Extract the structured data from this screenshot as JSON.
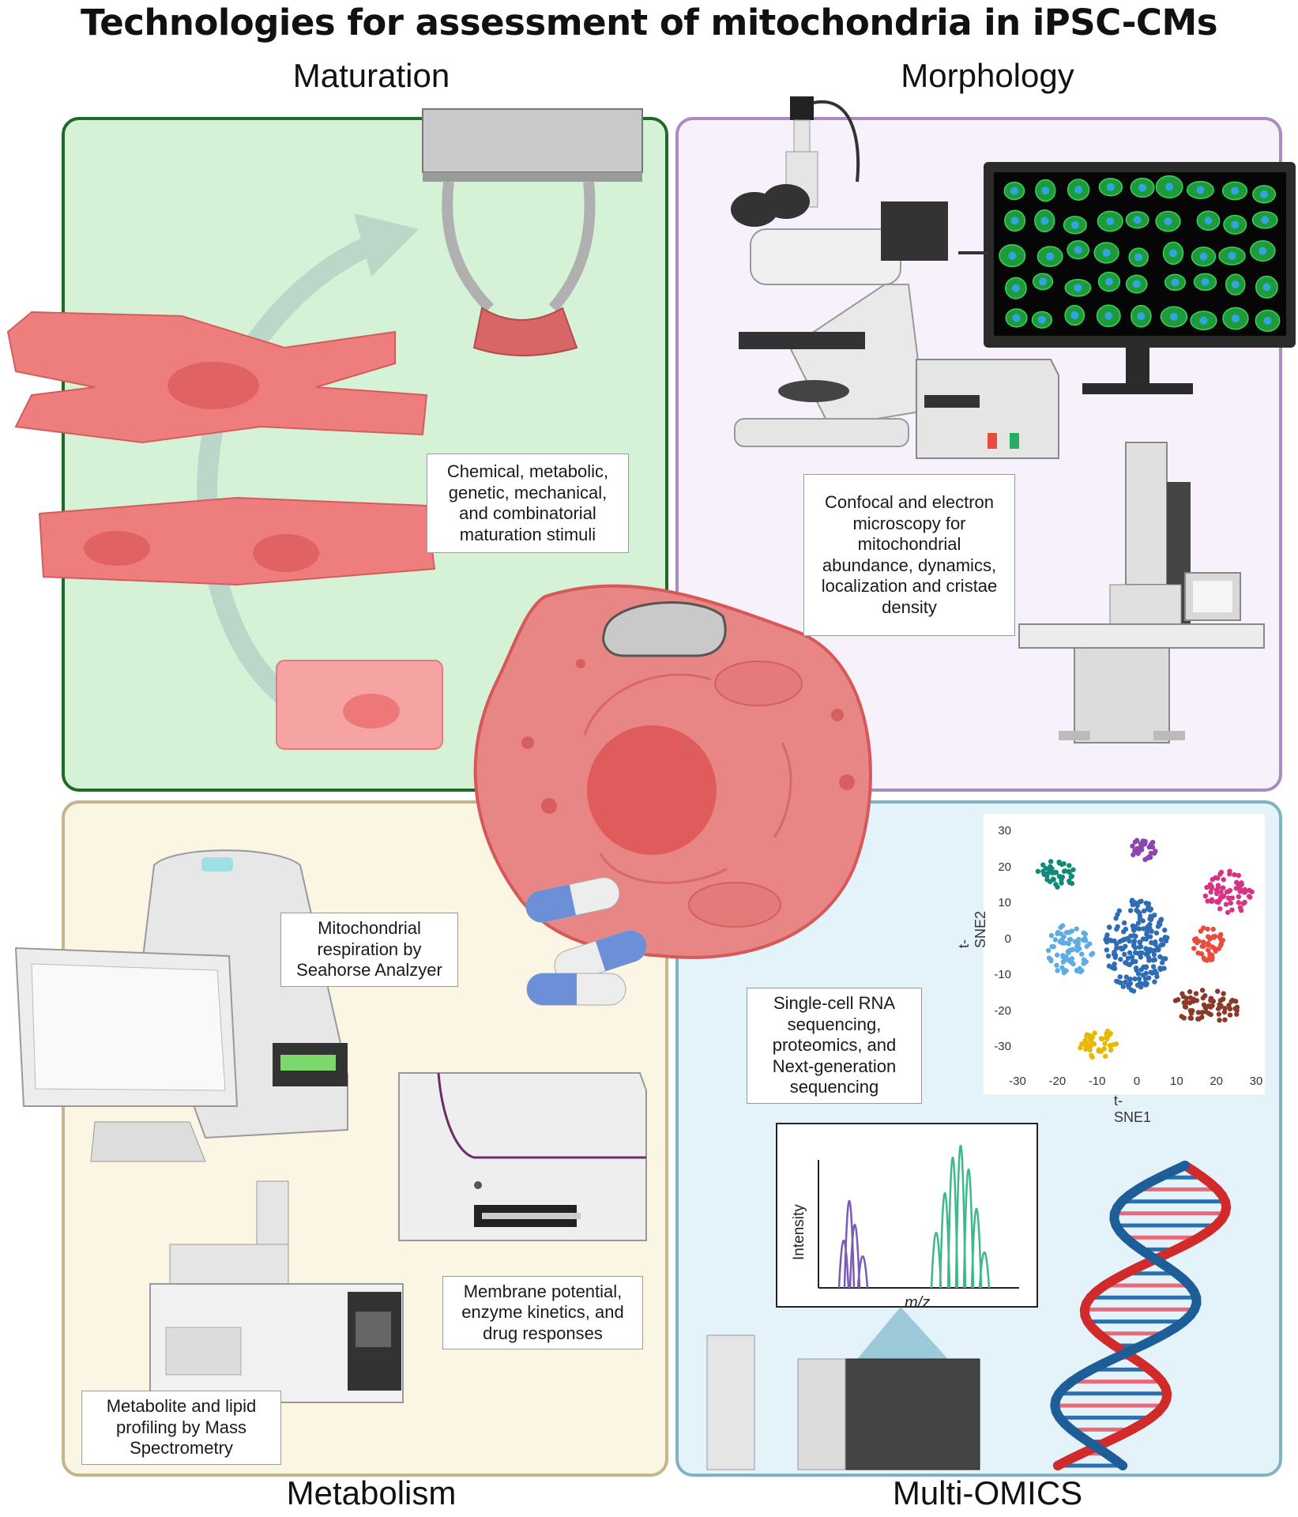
{
  "title": "Technologies for assessment of mitochondria in iPSC-CMs",
  "quadrants": {
    "maturation": {
      "label": "Maturation",
      "caption": "Chemical, metabolic, genetic, mechanical, and combinatorial maturation stimuli",
      "color": "#1f6b25",
      "fill": "#d5f2d7"
    },
    "morphology": {
      "label": "Morphology",
      "caption": "Confocal and electron microscopy for mitochondrial abundance, dynamics, localization and cristae density",
      "color": "#a98bc0",
      "fill": "#f6f1fb"
    },
    "metabolism": {
      "label": "Metabolism",
      "captions": {
        "seahorse": "Mitochondrial respiration by Seahorse Analzyer",
        "plate_reader": "Membrane potential, enzyme kinetics, and drug responses",
        "mass_spec": "Metabolite and lipid profiling by Mass Spectrometry"
      },
      "color": "#c7b58a",
      "fill": "#fbf6e4"
    },
    "multiomics": {
      "label": "Multi-OMICS",
      "caption": "Single-cell RNA sequencing, proteomics, and Next-generation sequencing",
      "color": "#7fb3c4",
      "fill": "#e4f3f9"
    }
  },
  "tsne": {
    "xlabel": "t-SNE1",
    "ylabel": "t-SNE2",
    "xticks": [
      "-30",
      "-20",
      "-10",
      "0",
      "10",
      "20",
      "30"
    ],
    "yticks": [
      "30",
      "20",
      "10",
      "0",
      "-10",
      "-20",
      "-30"
    ]
  },
  "spectrum": {
    "xlabel": "m/z",
    "ylabel": "Intensity"
  },
  "icons": {
    "microscope": "confocal-microscope-icon",
    "monitor": "monitor-cells-icon",
    "electron_microscope": "electron-microscope-icon",
    "seahorse": "seahorse-analyzer-icon",
    "plate_reader": "plate-reader-icon",
    "mass_spec": "mass-spectrometer-icon",
    "dna": "dna-helix-icon",
    "cell": "cardiomyocyte-cell-icon",
    "pills": "drug-capsule-icon"
  }
}
